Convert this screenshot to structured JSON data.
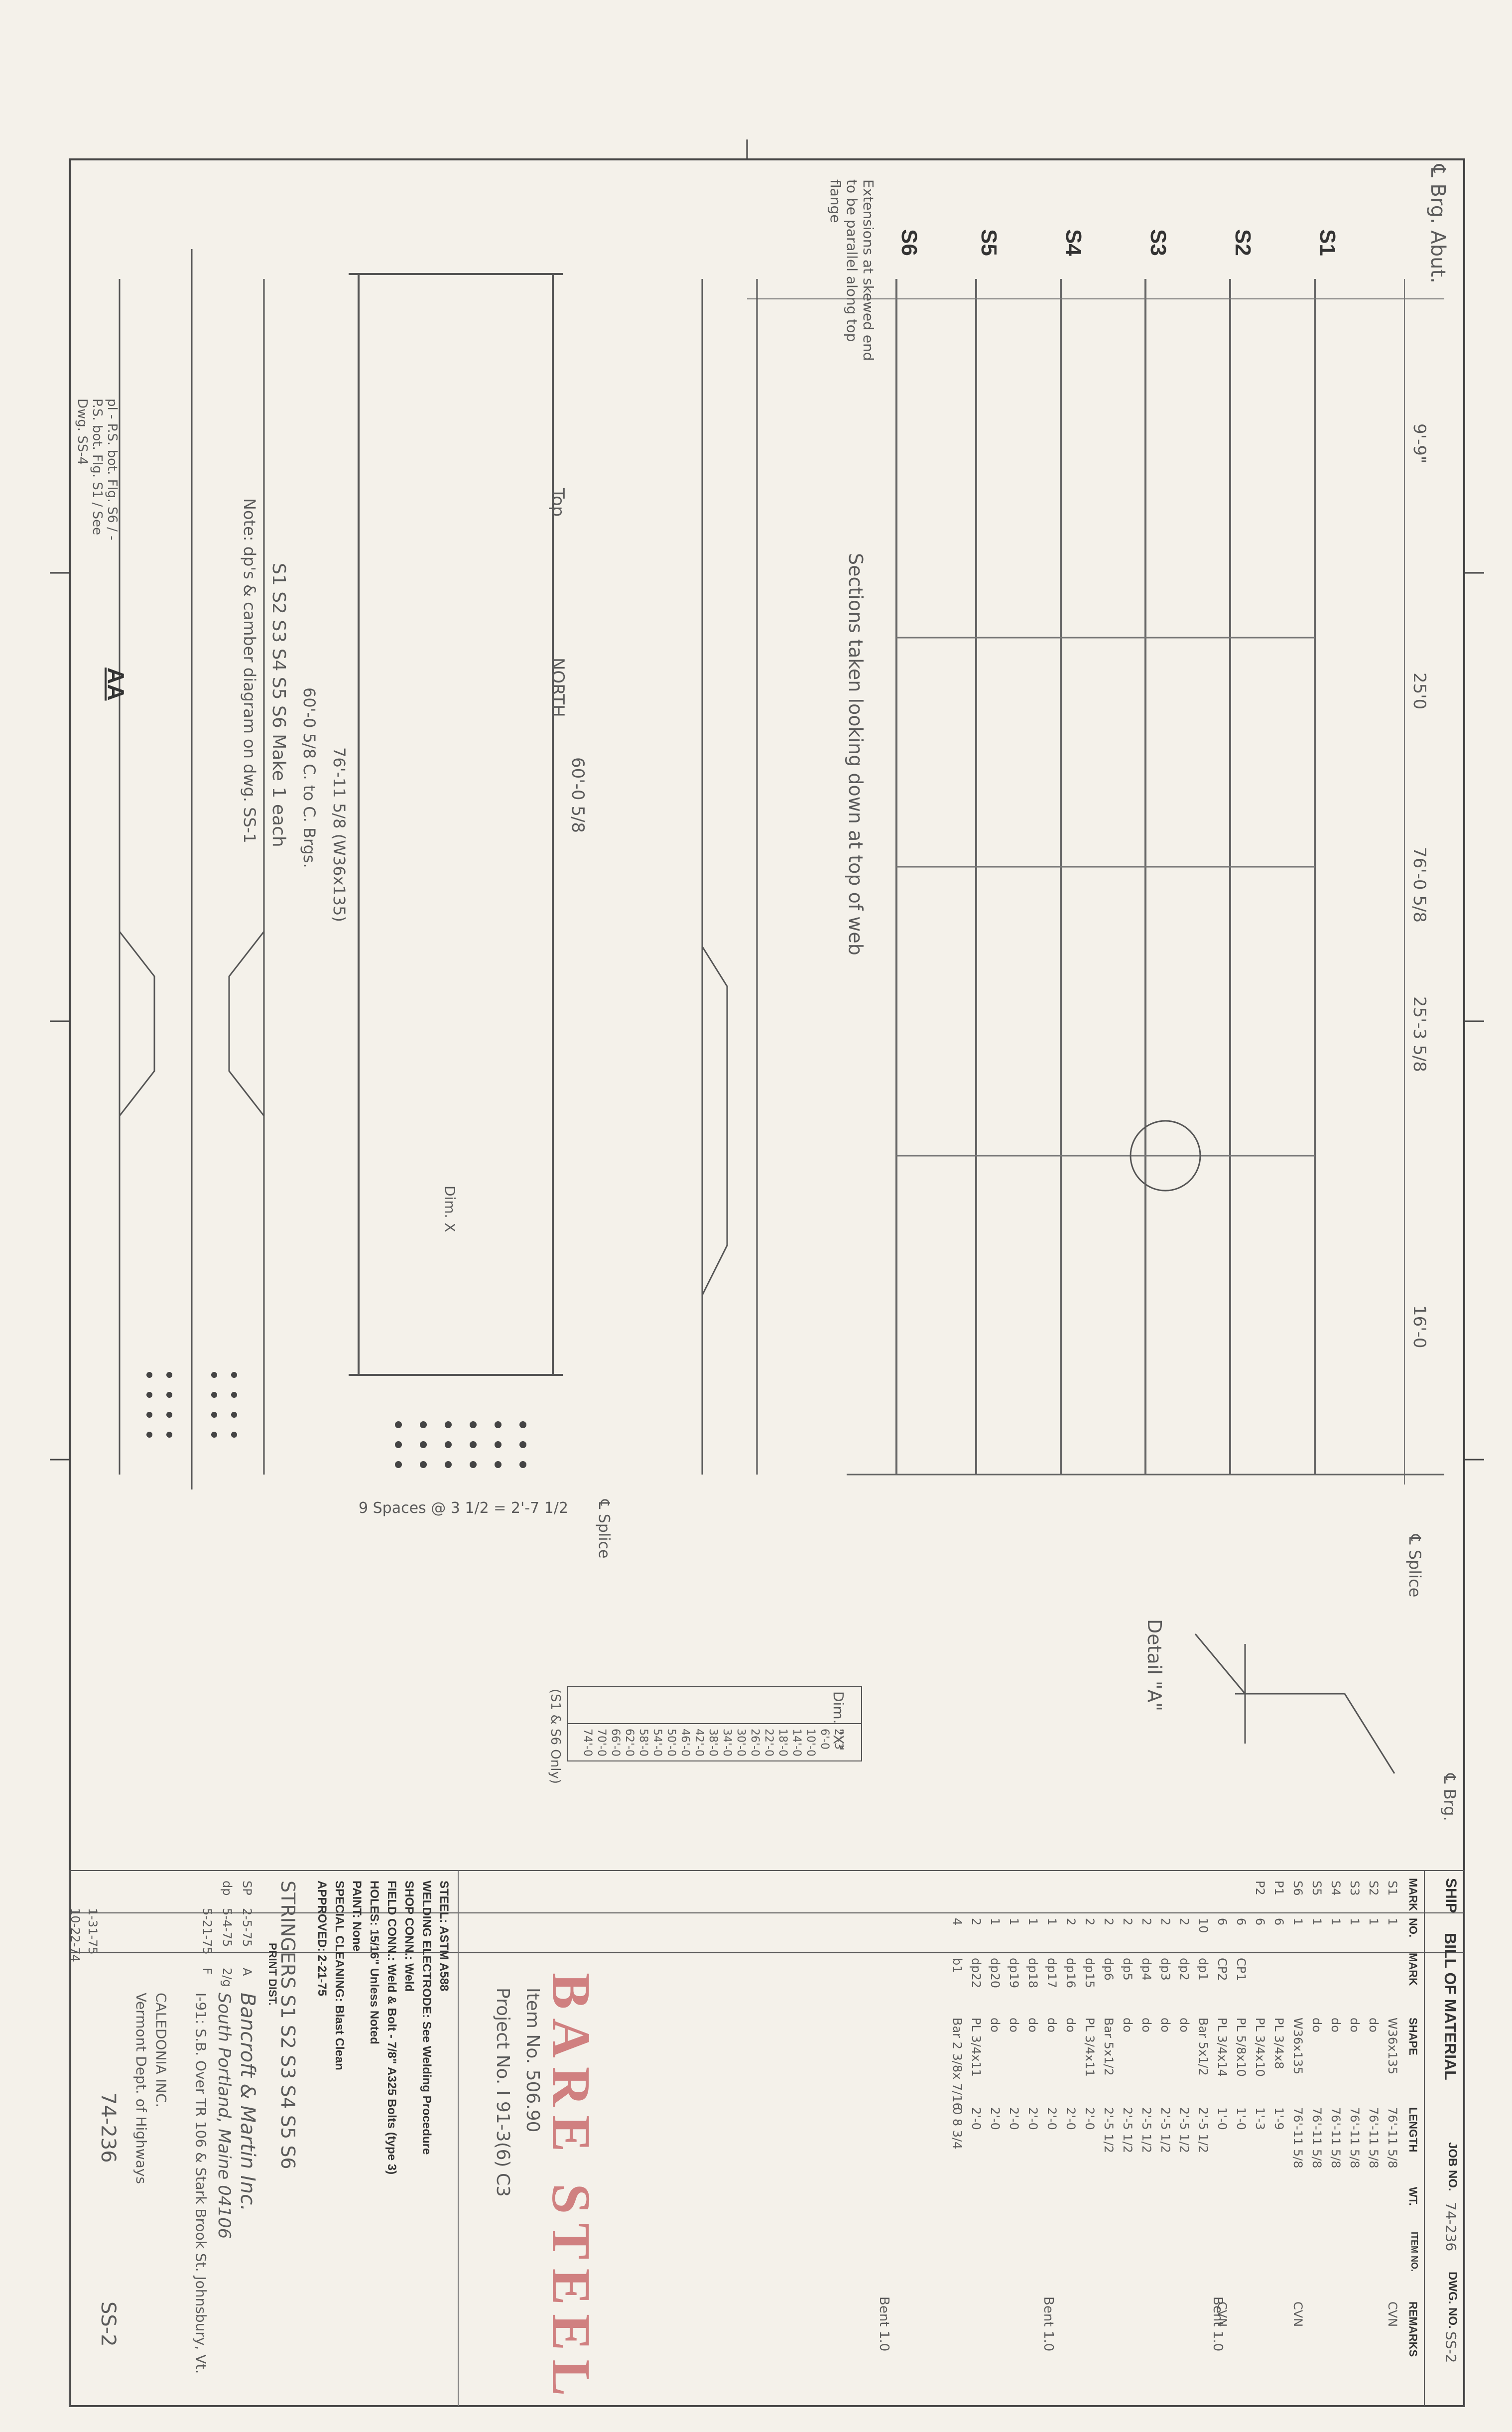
{
  "header_label": "℄ Brg. Abut.",
  "stringers": [
    "S1",
    "S2",
    "S3",
    "S4",
    "S5",
    "S6"
  ],
  "notes": {
    "extension": "Extensions at skewed end to be parallel along top flange",
    "sections": "Sections taken looking down at top of web",
    "camber": "Note: dp's & camber diagram on dwg. SS-1",
    "make": "S1 S2 S3 S4 S5 S6  Make 1 each",
    "section_aa": "AA",
    "detail_a": "Detail \"A\"",
    "north": "NORTH",
    "top": "Top",
    "splice": "℄ Splice",
    "brg": "℄ Brg.",
    "dim_x": "Dim. X",
    "pl_note": "pl - P.S. bot. Flg. S6 / - P.S. bot. Flg. S1 / See Dwg. SS-4"
  },
  "dimensions": {
    "overall": "76'-0 5/8",
    "d1": "9'-9\"",
    "d2": "25'0",
    "d3": "25'-3 5/8",
    "d4": "16'-0",
    "d5": "60'-0 5/8",
    "d6": "76'-11 5/8 (W36x135)",
    "d7": "60'-0 5/8  C. to C. Brgs.",
    "d8": "9 Spaces @ 3 1/2 = 2'-7 1/2"
  },
  "dim_x_table": {
    "header": "Dim. \"X\"",
    "values": [
      "2'-3",
      "6'-0",
      "10'-0",
      "14'-0",
      "18'-0",
      "22'-0",
      "26'-0",
      "30'-0",
      "34'-0",
      "38'-0",
      "42'-0",
      "46'-0",
      "50'-0",
      "54'-0",
      "58'-0",
      "62'-0",
      "66'-0",
      "70'-0",
      "74'-0"
    ],
    "footer": "(S1 & S6 Only)"
  },
  "stamp": "BARE STEEL",
  "item_no": "Item No. 506.90",
  "project_no": "Project No. I 91-3(6) C3",
  "bom": {
    "title": "BILL OF MATERIAL",
    "ship": "SHIP",
    "job_no_label": "JOB NO.",
    "job_no": "74-236",
    "dwg_no_label": "DWG. NO.",
    "dwg_no": "SS-2",
    "columns": [
      "MARK",
      "NO.",
      "MARK",
      "SHAPE",
      "LENGTH",
      "WT.",
      "ITEM NO.",
      "REMARKS"
    ],
    "rows": [
      [
        "S1",
        "1",
        "",
        "W36x135",
        "76'-11 5/8",
        "",
        "",
        "CVN"
      ],
      [
        "S2",
        "1",
        "",
        "do",
        "76'-11 5/8",
        "",
        "",
        ""
      ],
      [
        "S3",
        "1",
        "",
        "do",
        "76'-11 5/8",
        "",
        "",
        ""
      ],
      [
        "S4",
        "1",
        "",
        "do",
        "76'-11 5/8",
        "",
        "",
        ""
      ],
      [
        "S5",
        "1",
        "",
        "do",
        "76'-11 5/8",
        "",
        "",
        ""
      ],
      [
        "S6",
        "1",
        "",
        "W36x135",
        "76'-11 5/8",
        "",
        "",
        "CVN"
      ],
      [
        "P1",
        "6",
        "",
        "PL 3/4x8",
        "1'-9",
        "",
        "",
        ""
      ],
      [
        "P2",
        "6",
        "",
        "PL 3/4x10",
        "1'-3",
        "",
        "",
        ""
      ],
      [
        "",
        "6",
        "CP1",
        "PL 5/8x10",
        "1'-0",
        "",
        "",
        ""
      ],
      [
        "",
        "6",
        "CP2",
        "PL 3/4x14",
        "1'-0",
        "",
        "",
        "CVN"
      ],
      [
        "",
        "10",
        "dp1",
        "Bar 5x1/2",
        "2'-5 1/2",
        "",
        "",
        ""
      ],
      [
        "",
        "2",
        "dp2",
        "do",
        "2'-5 1/2",
        "",
        "",
        ""
      ],
      [
        "",
        "2",
        "dp3",
        "do",
        "2'-5 1/2",
        "",
        "",
        ""
      ],
      [
        "",
        "2",
        "dp4",
        "do",
        "2'-5 1/2",
        "",
        "",
        ""
      ],
      [
        "",
        "2",
        "dp5",
        "do",
        "2'-5 1/2",
        "",
        "",
        ""
      ],
      [
        "",
        "2",
        "dp6",
        "Bar 5x1/2",
        "2'-5 1/2",
        "",
        "",
        ""
      ],
      [
        "",
        "2",
        "dp15",
        "PL 3/4x11",
        "2'-0",
        "",
        "",
        ""
      ],
      [
        "",
        "2",
        "dp16",
        "do",
        "2'-0",
        "",
        "",
        ""
      ],
      [
        "",
        "1",
        "dp17",
        "do",
        "2'-0",
        "",
        "",
        ""
      ],
      [
        "",
        "1",
        "dp18",
        "do",
        "2'-0",
        "",
        "",
        ""
      ],
      [
        "",
        "1",
        "dp19",
        "do",
        "2'-0",
        "",
        "",
        ""
      ],
      [
        "",
        "1",
        "dp20",
        "do",
        "2'-0",
        "",
        "",
        ""
      ],
      [
        "",
        "2",
        "dp22",
        "PL 3/4x11",
        "2'-0",
        "",
        "",
        ""
      ],
      [
        "",
        "4",
        "b1",
        "Bar 2 3/8x 7/16",
        "0 8 3/4",
        "",
        "",
        ""
      ]
    ],
    "remarks": [
      "Bent 1.0",
      "Bent 1.0",
      "Bent 1.0"
    ]
  },
  "specs": {
    "steel": "STEEL: ASTM A588",
    "welding": "WELDING ELECTRODE: See Welding Procedure",
    "shop_conn": "SHOP CONN.: Weld",
    "field_conn": "FIELD CONN.: Weld & Bolt - 7/8\" A325 Bolts (type 3)",
    "holes": "HOLES: 15/16\" Unless Noted",
    "paint": "PAINT: None",
    "cleaning": "SPECIAL CLEANING: Blast Clean",
    "approved": "APPROVED: 2-21-75"
  },
  "title_block": {
    "title": "STRINGERS S1 S2 S3 S4 S5 S6",
    "company": "Bancroft & Martin Inc.",
    "address": "South Portland, Maine 04106",
    "job": "I-91: S.B. Over TR 106 & Stark Brook  St. Johnsbury, Vt.",
    "customer": "CALEDONIA INC.",
    "designer": "Vermont Dept. of Highways",
    "job_no": "74-236",
    "drawing_no": "SS-2",
    "print_dist": "PRINT DIST.",
    "revisions": [
      [
        "SP",
        "2-5-75",
        "A"
      ],
      [
        "dp",
        "5-4-75",
        "2/g"
      ],
      [
        "",
        "5-21-75",
        "F"
      ]
    ],
    "checked": "1-31-75",
    "drawn": "10-22-74"
  }
}
